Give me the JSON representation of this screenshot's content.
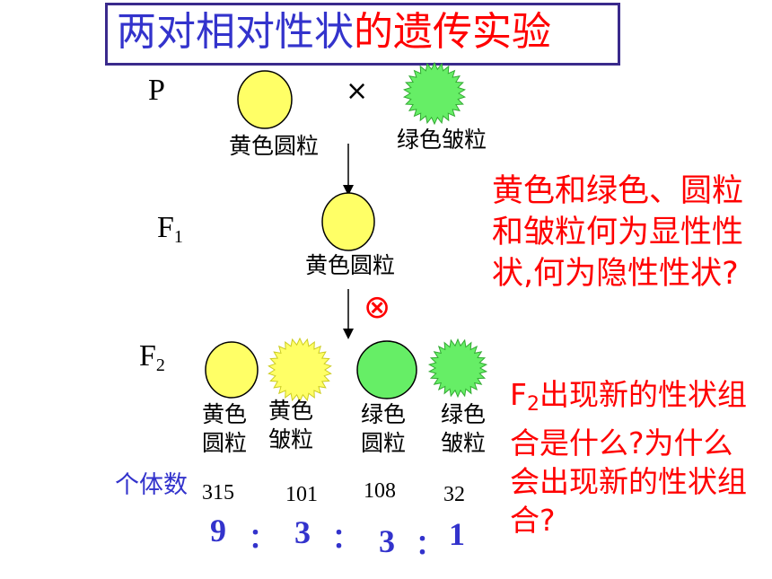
{
  "title": {
    "part1": "两对相对性状",
    "part2": "的遗传实验",
    "color1": "#3333cc",
    "color2": "#ff0000"
  },
  "generations": {
    "p": "P",
    "f1_base": "F",
    "f1_sub": "1",
    "f2_base": "F",
    "f2_sub": "2"
  },
  "cross_symbol": "×",
  "self_symbol": "⊗",
  "parents": {
    "left_label": "黄色圆粒",
    "right_label": "绿色皱粒"
  },
  "f1": {
    "label": "黄色圆粒"
  },
  "f2": {
    "types": [
      {
        "line1": "黄色",
        "line2": "圆粒",
        "count": "315",
        "ratio": "9"
      },
      {
        "line1": "黄色",
        "line2": "皱粒",
        "count": "101",
        "ratio": "3"
      },
      {
        "line1": "绿色",
        "line2": "圆粒",
        "count": "108",
        "ratio": "3"
      },
      {
        "line1": "绿色",
        "line2": "皱粒",
        "count": "32",
        "ratio": "1"
      }
    ],
    "count_label": "个体数",
    "colon": "："
  },
  "questions": {
    "q1": "黄色和绿色、圆粒和皱粒何为显性性状,何为隐性性状?",
    "q2_sub_base": "F",
    "q2_sub": "2",
    "q2_text": "出现新的性状组合是什么?为什么会出现新的性状组合?"
  },
  "colors": {
    "yellow": "#ffff66",
    "green": "#66ee66",
    "blue": "#3333cc",
    "red": "#ff0000"
  }
}
